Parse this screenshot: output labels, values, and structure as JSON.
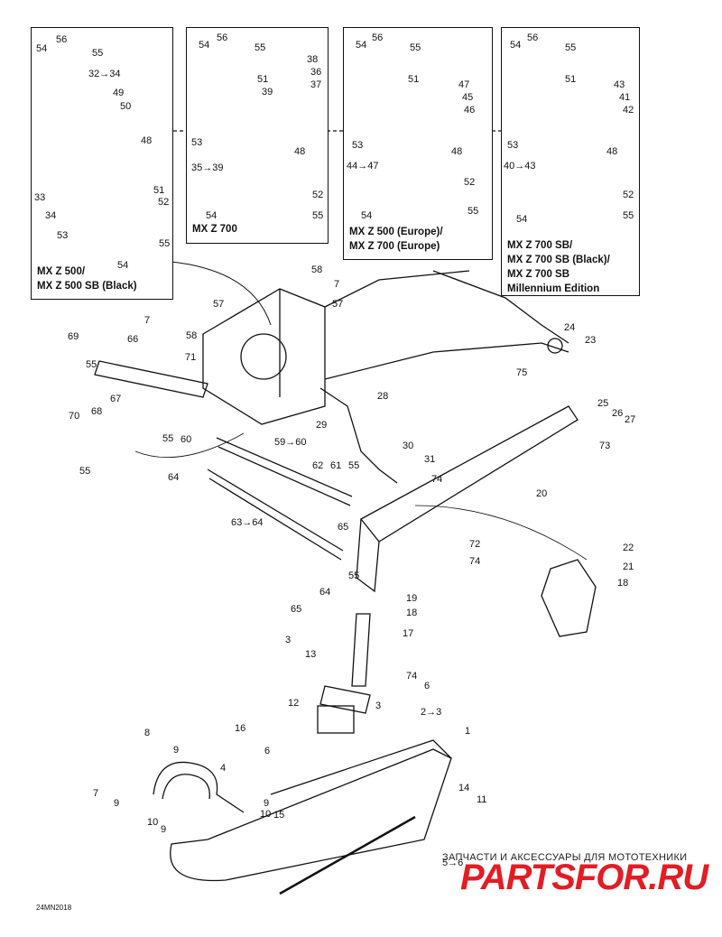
{
  "insets": [
    {
      "id": "mxz500",
      "title": "MX Z 500/\nMX Z 500 SB (Black)"
    },
    {
      "id": "mxz700",
      "title": "MX Z 700"
    },
    {
      "id": "europe",
      "title": "MX Z 500 (Europe)/\nMX Z 700 (Europe)"
    },
    {
      "id": "sb",
      "title": "MX Z 700 SB/\nMX Z 700 SB (Black)/\nMX Z 700 SB\nMillennium Edition"
    }
  ],
  "callouts": {
    "i1": [
      "54",
      "56",
      "55",
      "32→34",
      "49",
      "50",
      "48",
      "33",
      "34",
      "53",
      "51",
      "52",
      "55",
      "54"
    ],
    "i2": [
      "54",
      "56",
      "55",
      "38",
      "36",
      "37",
      "51",
      "39",
      "53",
      "48",
      "35→39",
      "52",
      "54",
      "55"
    ],
    "i3": [
      "54",
      "56",
      "55",
      "47",
      "45",
      "46",
      "51",
      "53",
      "48",
      "44→47",
      "52",
      "54",
      "55"
    ],
    "i4": [
      "54",
      "56",
      "55",
      "43",
      "41",
      "42",
      "51",
      "53",
      "48",
      "40→43",
      "52",
      "54",
      "55"
    ],
    "main": [
      "58",
      "7",
      "57",
      "7",
      "57",
      "58",
      "69",
      "66",
      "71",
      "55",
      "24",
      "23",
      "75",
      "28",
      "29",
      "67",
      "70",
      "68",
      "55",
      "55",
      "60",
      "59→60",
      "30",
      "31",
      "74",
      "25",
      "26",
      "27",
      "73",
      "20",
      "64",
      "62",
      "61",
      "55",
      "63→64",
      "65",
      "72",
      "74",
      "22",
      "21",
      "18",
      "65",
      "55",
      "64",
      "19",
      "18",
      "17",
      "3",
      "13",
      "74",
      "6",
      "12",
      "3",
      "16",
      "2→3",
      "1",
      "8",
      "9",
      "4",
      "6",
      "7",
      "9",
      "9",
      "10",
      "9",
      "10",
      "15",
      "14",
      "11",
      "5→6"
    ]
  },
  "footer_code": "24MN2018",
  "watermark": {
    "top_text": "ЗАПЧАСТИ И АКСЕССУАРЫ ДЛЯ МОТОТЕХНИКИ",
    "logo": "PARTSFOR.RU"
  }
}
